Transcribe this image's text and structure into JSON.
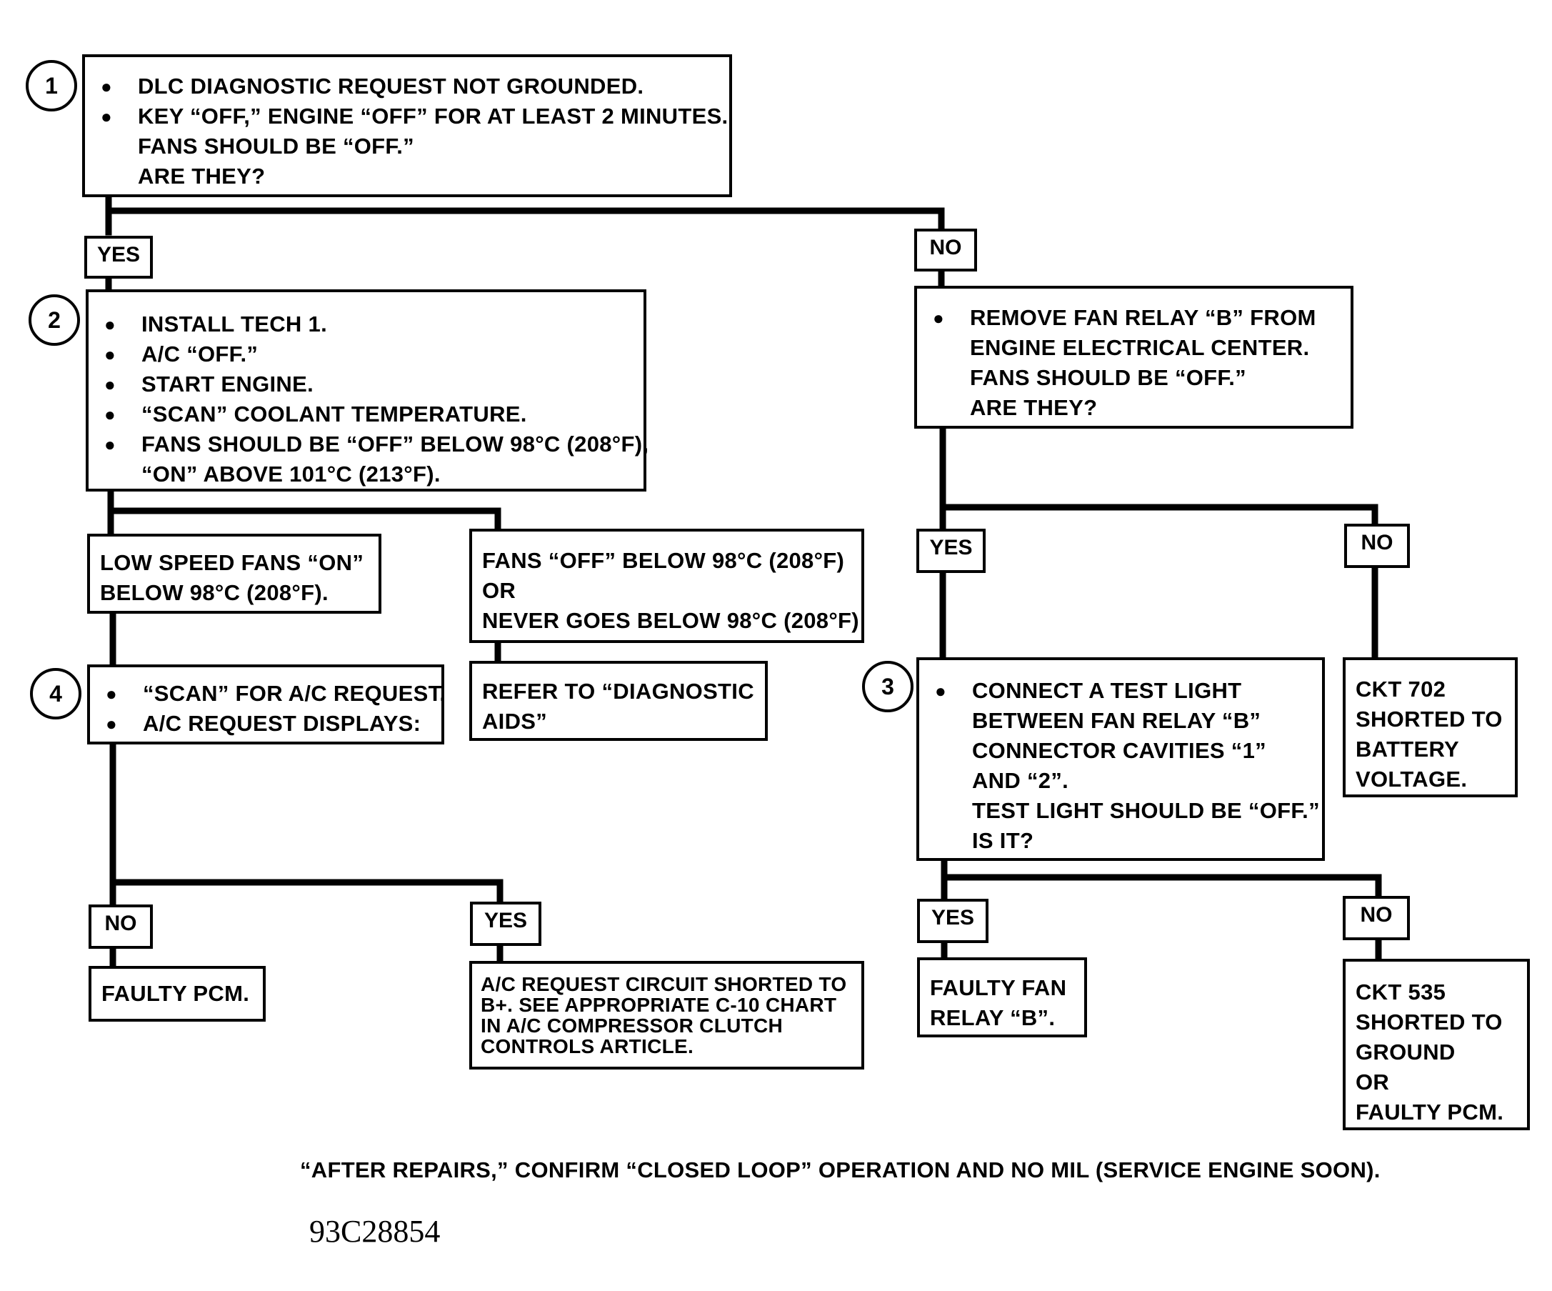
{
  "steps": {
    "s1": {
      "num": "1",
      "bullets": [
        "DLC DIAGNOSTIC REQUEST NOT GROUNDED.",
        "KEY “OFF,” ENGINE “OFF” FOR AT LEAST 2 MINUTES.\nFANS SHOULD BE “OFF.”\nARE THEY?"
      ]
    },
    "s2": {
      "num": "2",
      "bullets": [
        "INSTALL TECH 1.",
        "A/C “OFF.”",
        "START ENGINE.",
        "“SCAN” COOLANT TEMPERATURE.",
        "FANS SHOULD BE “OFF” BELOW 98°C (208°F),\n“ON” ABOVE 101°C (213°F)."
      ]
    },
    "s3": {
      "num": "3",
      "bullets": [
        "CONNECT A TEST LIGHT\nBETWEEN FAN RELAY “B”\nCONNECTOR CAVITIES “1”\nAND “2”.\nTEST LIGHT SHOULD BE “OFF.”\nIS IT?"
      ]
    },
    "s4": {
      "num": "4",
      "bullets": [
        "“SCAN” FOR A/C REQUEST.",
        "A/C REQUEST DISPLAYS:"
      ]
    },
    "remove_relay": {
      "bullets": [
        "REMOVE FAN RELAY “B” FROM\nENGINE ELECTRICAL CENTER.\nFANS SHOULD BE “OFF.”\nARE THEY?"
      ]
    }
  },
  "results": {
    "low_speed": "LOW SPEED FANS “ON”\nBELOW 98°C (208°F).",
    "fans_off": "FANS “OFF” BELOW 98°C (208°F)\nOR\nNEVER GOES BELOW 98°C (208°F)",
    "refer": "REFER TO “DIAGNOSTIC\nAIDS”",
    "faulty_pcm": "FAULTY PCM.",
    "ac_shorted": "A/C REQUEST CIRCUIT SHORTED TO\nB+. SEE APPROPRIATE C-10 CHART\nIN A/C COMPRESSOR CLUTCH\nCONTROLS ARTICLE.",
    "ckt702": "CKT 702\nSHORTED TO\nBATTERY\nVOLTAGE.",
    "faulty_relay": "FAULTY FAN\nRELAY “B”.",
    "ckt535": "CKT 535\nSHORTED TO\nGROUND\nOR\nFAULTY PCM."
  },
  "labels": {
    "yes": "YES",
    "no": "NO"
  },
  "footer": "“AFTER REPAIRS,” CONFIRM “CLOSED LOOP” OPERATION AND NO MIL (SERVICE ENGINE SOON).",
  "figure_code": "93C28854"
}
